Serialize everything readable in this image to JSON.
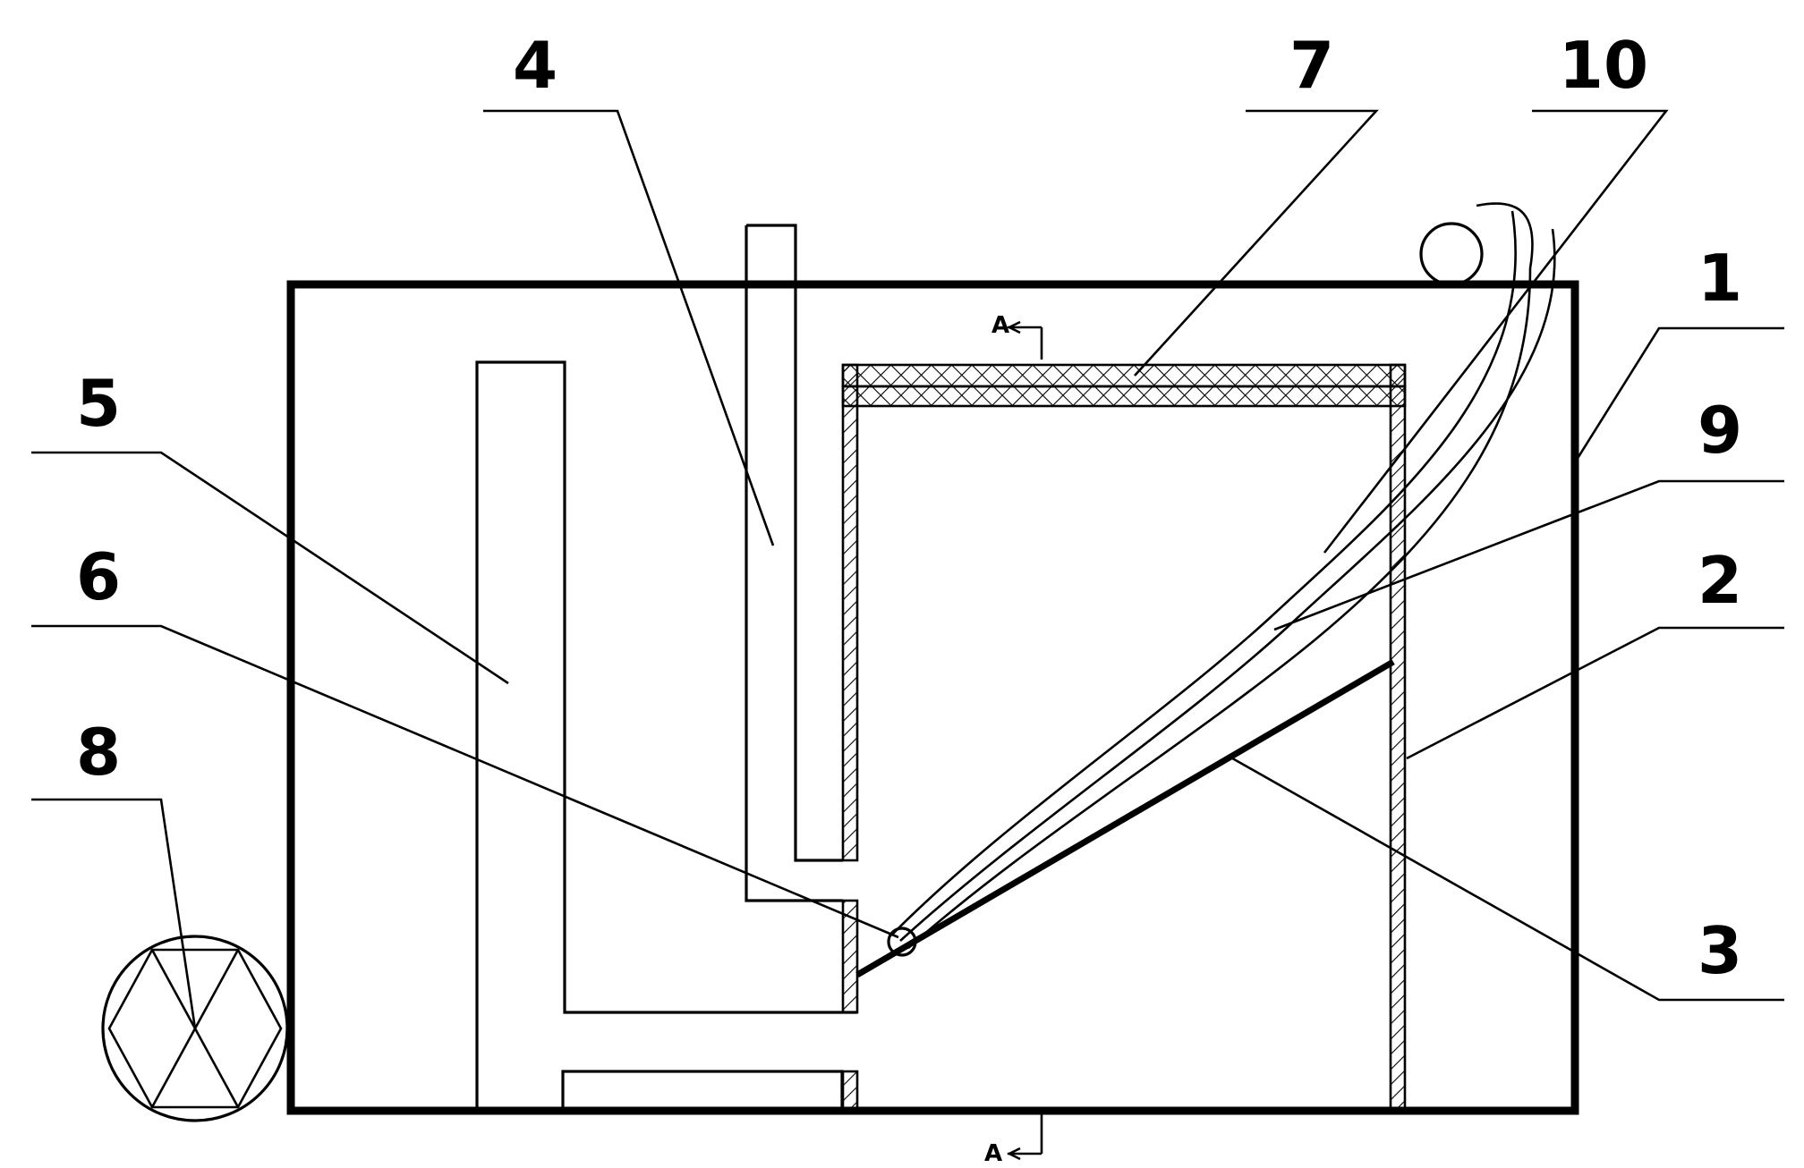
{
  "labels": {
    "n1": "1",
    "n2": "2",
    "n3": "3",
    "n4": "4",
    "n5": "5",
    "n6": "6",
    "n7": "7",
    "n8": "8",
    "n9": "9",
    "n10": "10"
  },
  "section_marker": "A"
}
